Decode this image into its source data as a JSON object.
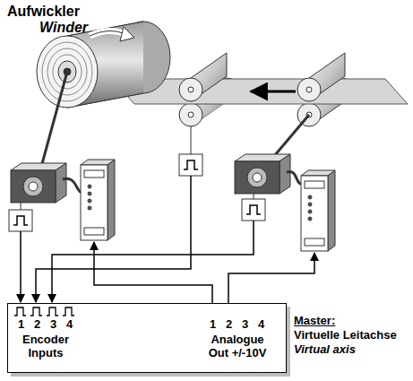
{
  "diagram": {
    "nodes": [
      {
        "text": [
          "1",
          "2",
          "3",
          "4",
          "Encoder Inputs",
          "1",
          "2",
          "3",
          "4",
          "Analogue Out +/-10V"
        ]
      }
    ],
    "labels": [
      "Aufwickler",
      "Winder",
      "Master:",
      "Virtuelle Leitachse",
      "Virtual axis"
    ]
  }
}
